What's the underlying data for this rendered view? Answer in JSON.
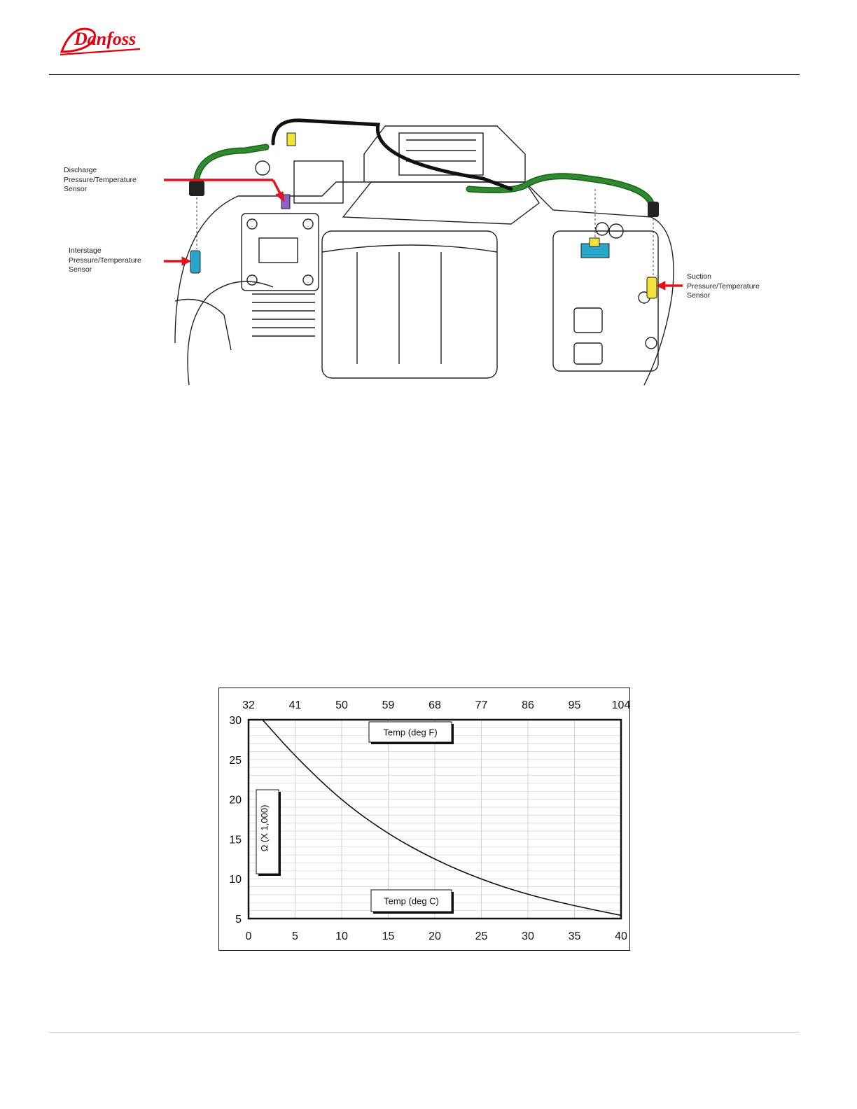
{
  "brand": {
    "name": "Danfoss",
    "color": "#e2000f"
  },
  "figure": {
    "callouts": [
      {
        "id": "discharge",
        "lines": [
          "Discharge",
          "Pressure/Temperature",
          "Sensor"
        ]
      },
      {
        "id": "interstage",
        "lines": [
          "Interstage",
          "Pressure/Temperature",
          "Sensor"
        ]
      },
      {
        "id": "suction",
        "lines": [
          "Suction",
          "Pressure/Temperature",
          "Sensor"
        ]
      }
    ],
    "colors": {
      "arrow": "#e0141e",
      "cable": "#2f8a2f",
      "discharge_sensor": "#8a63c4",
      "interstage_sensor": "#29a6c9",
      "suction_sensor": "#f2e23a"
    }
  },
  "chart_data": {
    "type": "line",
    "title": "",
    "xlabel": "Temp (deg C)",
    "x2label": "Temp (deg F)",
    "ylabel": "Ω (X 1,000)",
    "xlim": [
      0,
      40
    ],
    "ylim": [
      5,
      30
    ],
    "x_ticks": [
      "0",
      "5",
      "10",
      "15",
      "20",
      "25",
      "30",
      "35",
      "40"
    ],
    "x2_ticks": [
      "32",
      "41",
      "50",
      "59",
      "68",
      "77",
      "86",
      "95",
      "104"
    ],
    "y_ticks": [
      "30",
      "25",
      "20",
      "15",
      "10",
      "5"
    ],
    "grid": true,
    "series": [
      {
        "x": [
          1.5,
          5,
          10,
          15,
          20,
          25,
          30,
          35,
          40
        ],
        "y": [
          30,
          25.4,
          19.8,
          15.6,
          12.4,
          9.9,
          8.0,
          6.6,
          5.4
        ]
      }
    ]
  }
}
